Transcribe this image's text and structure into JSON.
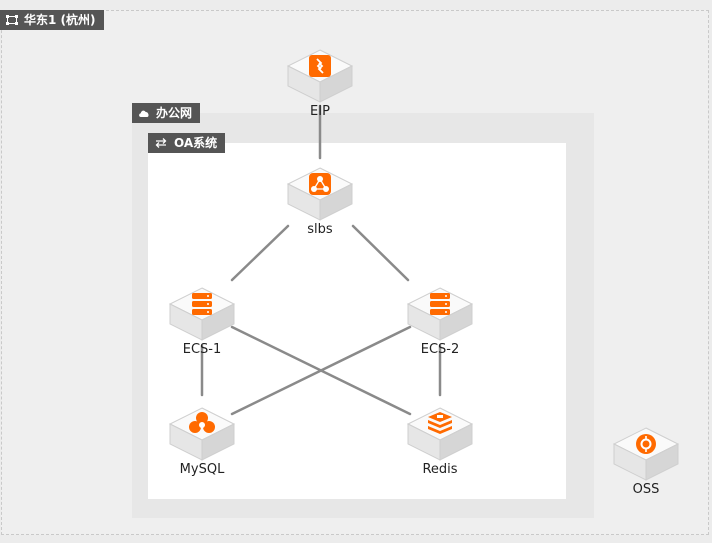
{
  "region": {
    "label": "华东1 (杭州)"
  },
  "vpc": {
    "label": "办公网"
  },
  "subnet": {
    "label": "OA系统"
  },
  "nodes": {
    "eip": {
      "label": "EIP",
      "icon": "eip-icon"
    },
    "slbs": {
      "label": "slbs",
      "icon": "load-balancer-icon"
    },
    "ecs1": {
      "label": "ECS-1",
      "icon": "server-icon"
    },
    "ecs2": {
      "label": "ECS-2",
      "icon": "server-icon"
    },
    "mysql": {
      "label": "MySQL",
      "icon": "database-icon"
    },
    "redis": {
      "label": "Redis",
      "icon": "cache-icon"
    },
    "oss": {
      "label": "OSS",
      "icon": "storage-icon"
    }
  },
  "colors": {
    "accent": "#ff6a00",
    "tag_bg": "#555555",
    "edge": "#8a8a8a"
  }
}
